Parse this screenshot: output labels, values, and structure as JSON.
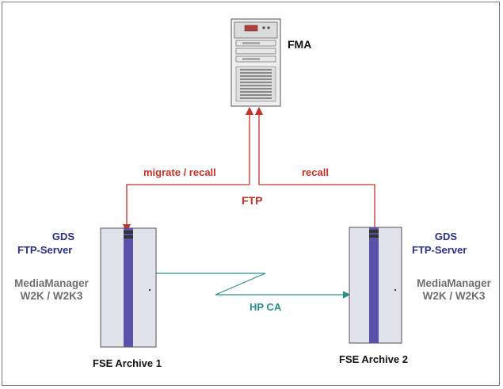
{
  "fma": {
    "label": "FMA"
  },
  "connections": {
    "left_label": "migrate / recall",
    "right_label": "recall",
    "protocol_label": "FTP",
    "archive_link_label": "HP CA"
  },
  "archive1": {
    "service_line1": "GDS",
    "service_line2": "FTP-Server",
    "software_line1": "MediaManager",
    "software_line2": "W2K / W2K3",
    "name": "FSE Archive 1"
  },
  "archive2": {
    "service_line1": "GDS",
    "service_line2": "FTP-Server",
    "software_line1": "MediaManager",
    "software_line2": "W2K / W2K3",
    "name": "FSE Archive 2"
  },
  "colors": {
    "ftp_link": "#c8302a",
    "ca_link": "#2a8f8a",
    "service_text": "#2b2f8c",
    "tower_stripe": "#5a52a8",
    "tower_body": "#e2e2ea"
  }
}
